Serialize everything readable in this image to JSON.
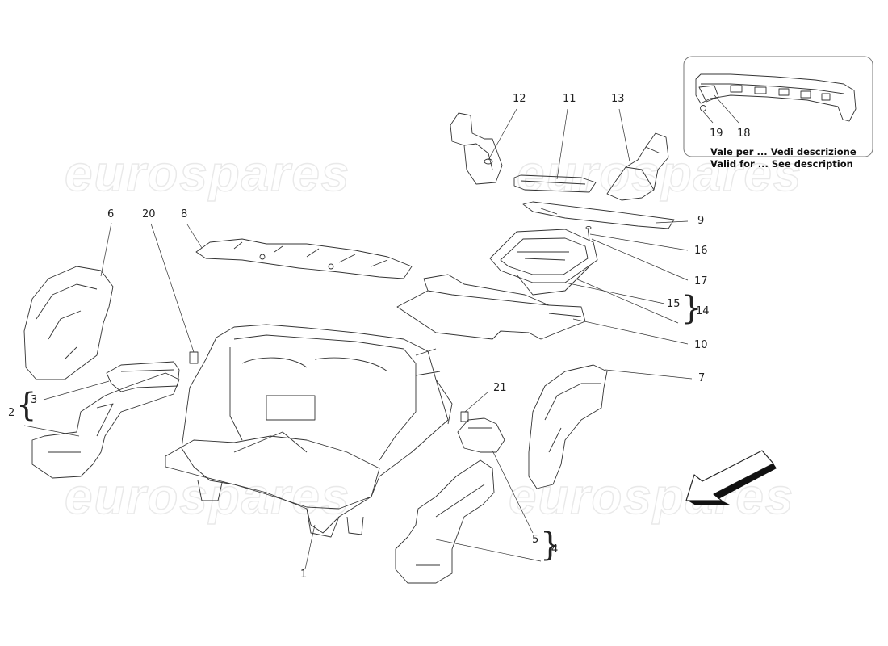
{
  "watermark": {
    "text": "eurospares"
  },
  "inset": {
    "line1": "Vale per ... Vedi descrizione",
    "line2": "Valid for ... See description",
    "callouts": [
      "19",
      "18"
    ]
  },
  "callouts": {
    "c1": "1",
    "c2": "2",
    "c3": "3",
    "c4": "4",
    "c5": "5",
    "c6": "6",
    "c7": "7",
    "c8": "8",
    "c9": "9",
    "c10": "10",
    "c11": "11",
    "c12": "12",
    "c13": "13",
    "c14": "14",
    "c15": "15",
    "c16": "16",
    "c17": "17",
    "c20": "20",
    "c21": "21"
  }
}
